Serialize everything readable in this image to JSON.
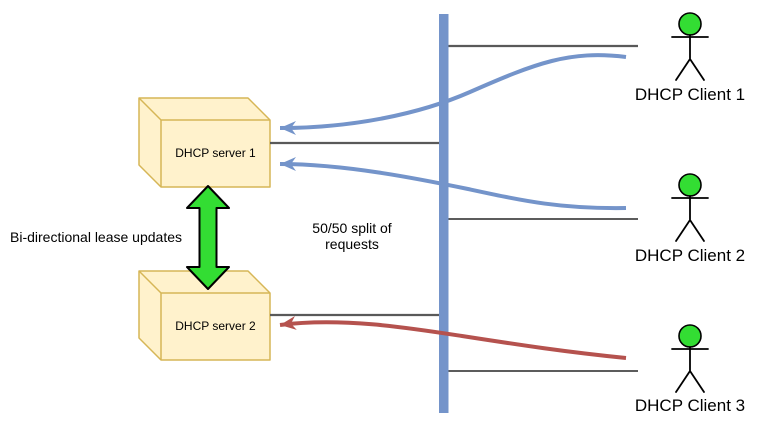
{
  "diagram": {
    "servers": [
      {
        "label": "DHCP server 1"
      },
      {
        "label": "DHCP server 2"
      }
    ],
    "clients": [
      {
        "label": "DHCP Client 1"
      },
      {
        "label": "DHCP Client 2"
      },
      {
        "label": "DHCP Client 3"
      }
    ],
    "annotations": {
      "lease_updates": "Bi-directional lease updates",
      "split_of_requests": "50/50 split of requests"
    },
    "colors": {
      "blue": "#7494CA",
      "red": "#B5524E",
      "green": "#33DD33",
      "box-fill": "#FFF2CC",
      "box-stroke": "#D6B656",
      "line-gray": "#595959",
      "line-black": "#262626",
      "text": "#000000"
    }
  }
}
